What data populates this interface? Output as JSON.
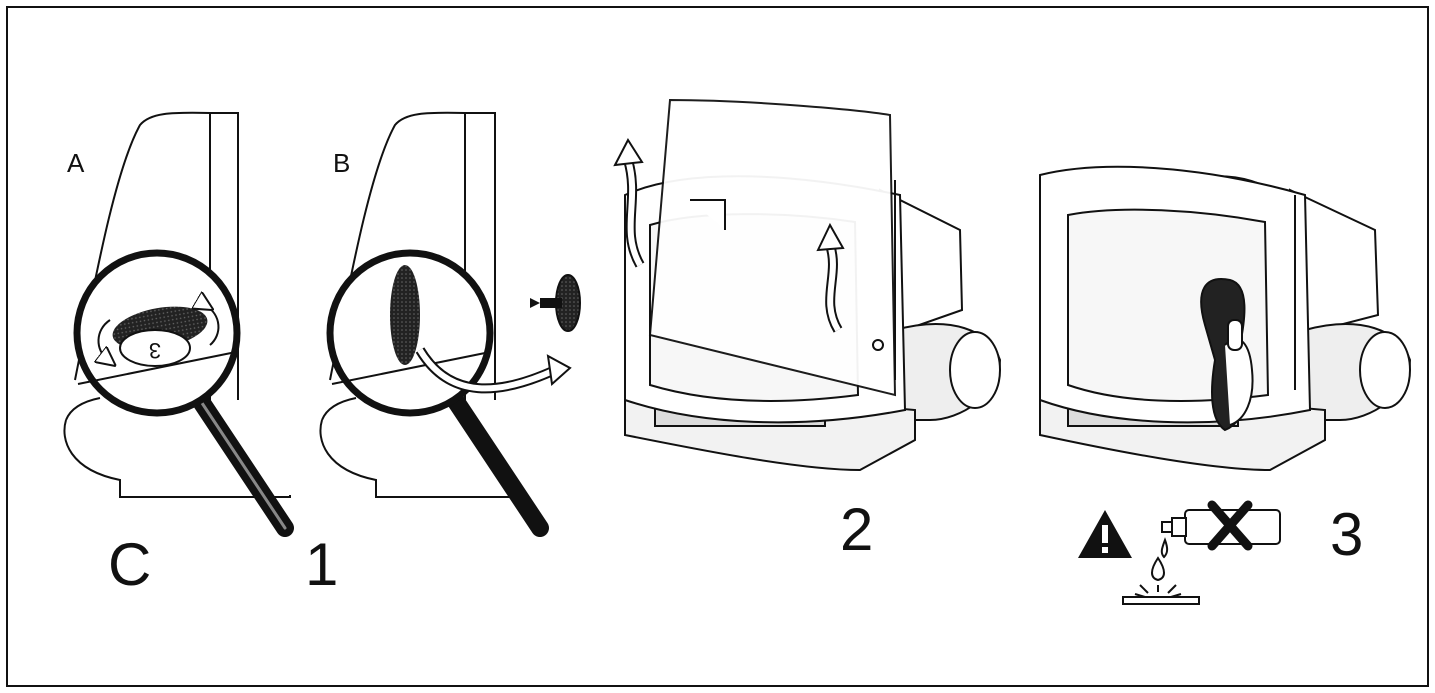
{
  "labels": {
    "a": "A",
    "b": "B",
    "c": "C",
    "step1": "1",
    "step2": "2",
    "step3": "3"
  },
  "coin_text": "3",
  "icons": [
    "magnifier-icon",
    "arrow-icon",
    "warning-icon",
    "spray-can-icon",
    "no-spray-cross-icon",
    "drip-icon"
  ],
  "colors": {
    "ink": "#111111",
    "paper": "#ffffff",
    "shade": "#eeeeee"
  }
}
